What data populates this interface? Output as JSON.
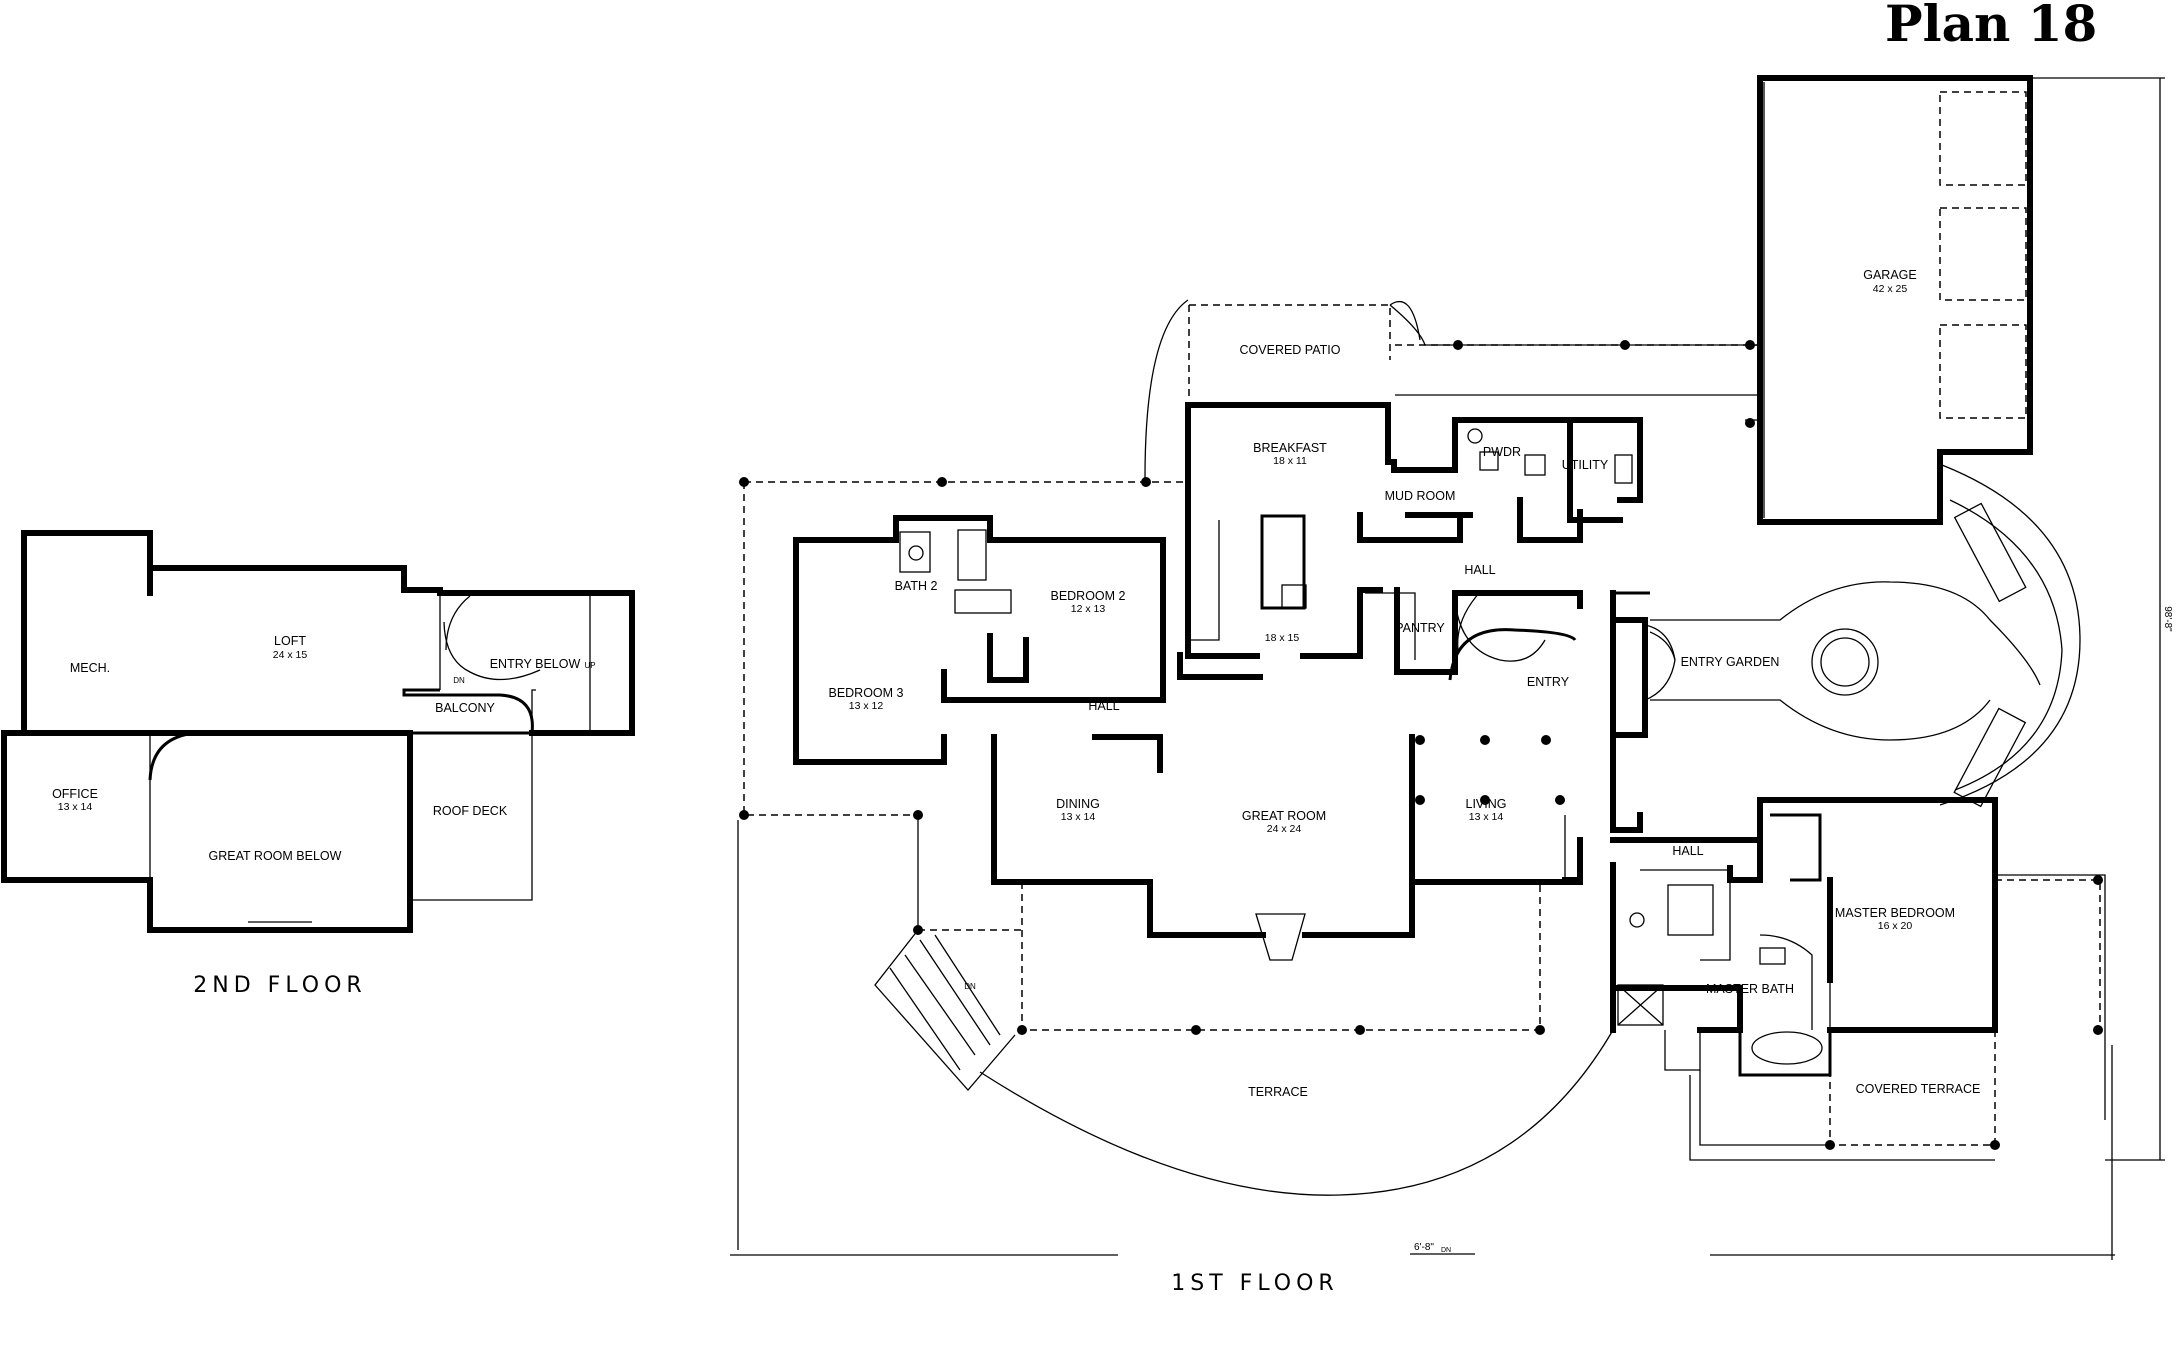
{
  "plan": {
    "title": "Plan 18"
  },
  "floors": [
    {
      "label": "2ND FLOOR"
    },
    {
      "label": "1ST FLOOR"
    }
  ],
  "rooms": [
    {
      "name": "MECH.",
      "dims": ""
    },
    {
      "name": "LOFT",
      "dims": "24 x 15"
    },
    {
      "name": "ENTRY BELOW",
      "dims": ""
    },
    {
      "name": "BALCONY",
      "dims": ""
    },
    {
      "name": "OFFICE",
      "dims": "13 x 14"
    },
    {
      "name": "GREAT ROOM BELOW",
      "dims": ""
    },
    {
      "name": "ROOF DECK",
      "dims": ""
    },
    {
      "name": "COVERED PATIO",
      "dims": ""
    },
    {
      "name": "GARAGE",
      "dims": "42 x 25"
    },
    {
      "name": "BREAKFAST",
      "dims": "18 x 11"
    },
    {
      "name": "PWDR",
      "dims": ""
    },
    {
      "name": "UTILITY",
      "dims": ""
    },
    {
      "name": "MUD ROOM",
      "dims": ""
    },
    {
      "name": "HALL",
      "dims": ""
    },
    {
      "name": "BATH 2",
      "dims": ""
    },
    {
      "name": "BEDROOM 2",
      "dims": "12 x 13"
    },
    {
      "name": "",
      "dims": "18 x 15"
    },
    {
      "name": "PANTRY",
      "dims": ""
    },
    {
      "name": "ENTRY GARDEN",
      "dims": ""
    },
    {
      "name": "BEDROOM 3",
      "dims": "13 x 12"
    },
    {
      "name": "HALL",
      "dims": ""
    },
    {
      "name": "ENTRY",
      "dims": ""
    },
    {
      "name": "DINING",
      "dims": "13 x 14"
    },
    {
      "name": "GREAT ROOM",
      "dims": "24 x 24"
    },
    {
      "name": "LIVING",
      "dims": "13 x 14"
    },
    {
      "name": "HALL",
      "dims": ""
    },
    {
      "name": "MASTER BEDROOM",
      "dims": "16 x 20"
    },
    {
      "name": "MASTER BATH",
      "dims": ""
    },
    {
      "name": "TERRACE",
      "dims": ""
    },
    {
      "name": "COVERED TERRACE",
      "dims": ""
    }
  ],
  "marks": {
    "up": "UP",
    "dn_stair_2nd": "DN",
    "dn_deck": "DN",
    "width_dim": "6'-8\"",
    "width_dim_dn": "DN",
    "depth_dim": "98'-8\""
  }
}
